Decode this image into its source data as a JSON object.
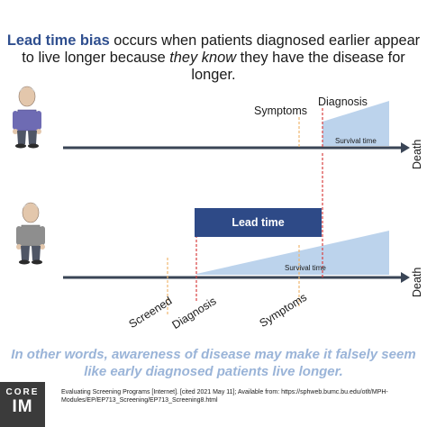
{
  "title": {
    "part1": "Lead time bias",
    "part2": " occurs when patients diagnosed earlier appear to live longer because ",
    "part3": "they know",
    "part4": " they have the disease for longer."
  },
  "timeline1": {
    "symptoms": "Symptoms",
    "diagnosis": "Diagnosis",
    "survival": "Survival time",
    "death": "Death"
  },
  "timeline2": {
    "lead_time": "Lead time",
    "survival": "Survival time",
    "death": "Death",
    "screened": "Screened",
    "diagnosis": "Diagnosis",
    "symptoms": "Symptoms"
  },
  "bottom_text": "In other words, awareness of disease may make it falsely seem like early diagnosed patients live longer.",
  "citation": "Evaluating Screening Programs [Internet]. [cited 2021 May 11]; Available from: https://sphweb.bumc.bu.edu/otlt/MPH-Modules/EP/EP713_Screening/EP713_Screening8.html",
  "logo": {
    "line1": "CORE",
    "line2": "IM"
  },
  "colors": {
    "accent": "#2e4a87",
    "wedge": "#bcd3ec",
    "dashed_red": "#d94040",
    "dashed_orange": "#f0b870",
    "bottom_text": "#9ab4d8"
  }
}
